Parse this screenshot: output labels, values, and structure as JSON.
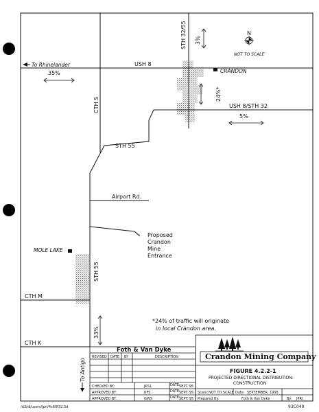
{
  "roads": {
    "ush8": "USH 8",
    "sth32_55": "STH 32/55",
    "ush8_sth32": "USH 8/STH 32",
    "cth_s": "CTH S",
    "sth55_upper": "STH 55",
    "sth55_lower": "STH 55",
    "airport_rd": "Airport Rd.",
    "cth_m": "CTH M",
    "cth_k": "CTH K"
  },
  "places": {
    "crandon": "CRANDON",
    "mole_lake": "MOLE LAKE"
  },
  "directions": {
    "to_rhinelander": "To Rhinelander",
    "to_antigo": "To Antigo"
  },
  "percentages": {
    "west_ush8": "35%",
    "north_sth32": "3%",
    "crandon_south": "24%*",
    "east_ush8": "5%",
    "south_sth55": "33%"
  },
  "mine_entrance": [
    "Proposed",
    "Crandon",
    "Mine",
    "Entrance"
  ],
  "north_arrow": {
    "letter": "N",
    "scale_note": "NOT TO SCALE"
  },
  "footnote": [
    "*24% of traffic will originate",
    "in local Crandon area."
  ],
  "title_block": {
    "firm": "Foth & Van Dyke",
    "rev_headers": [
      "REVISED",
      "DATE",
      "BY",
      "DESCRIPTION"
    ],
    "approvals": [
      {
        "role": "CHECKED BY:",
        "initials": "JKS1",
        "date_label": "DATE:",
        "date": "SEPT.'95"
      },
      {
        "role": "APPROVED BY:",
        "initials": "RFS",
        "date_label": "DATE:",
        "date": "SEPT.'95"
      },
      {
        "role": "APPROVED BY:",
        "initials": "GWS",
        "date_label": "DATE:",
        "date": "SEPT.'95"
      }
    ],
    "company": "Crandon Mining Company",
    "figure_no": "FIGURE 4.2.2-1",
    "figure_title_1": "PROJECTED DIRECTIONAL DISTRIBUTION:",
    "figure_title_2": "CONSTRUCTION",
    "scale_label": "Scale:",
    "scale_value": "NOT TO SCALE",
    "date_label": "Date:",
    "date_value": "SEPTEMBER, 1995",
    "prepared_label": "Prepared By:",
    "prepared_value": "Foth & Van Dyke",
    "by_label": "By:",
    "by_value": "JPRI"
  },
  "file_path": "/d3/dl/users/jprl/4c60f32.3d",
  "drawing_id": "93C049"
}
